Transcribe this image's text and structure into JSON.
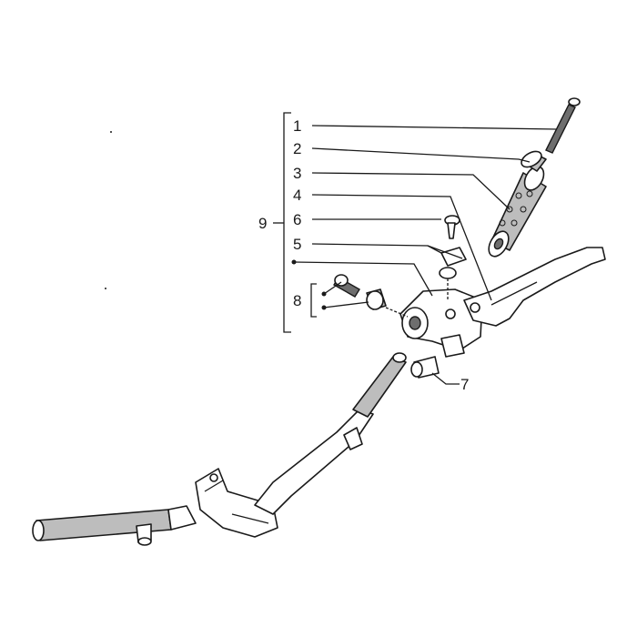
{
  "diagram": {
    "callouts": [
      {
        "id": "1",
        "label": "1"
      },
      {
        "id": "2",
        "label": "2"
      },
      {
        "id": "3",
        "label": "3"
      },
      {
        "id": "4",
        "label": "4"
      },
      {
        "id": "6",
        "label": "6"
      },
      {
        "id": "5",
        "label": "5"
      },
      {
        "id": "8",
        "label": "8"
      },
      {
        "id": "9",
        "label": "9"
      },
      {
        "id": "7",
        "label": "7"
      }
    ],
    "parts": [
      "bolt",
      "spacer",
      "grip",
      "lever",
      "cable-screw",
      "washer-clip",
      "pivot-bolt-set",
      "bracket-housing",
      "adjuster",
      "handlebar"
    ],
    "style": {
      "ink": "#1a1a1a",
      "part_fill": "#bdbdbd",
      "background": "#ffffff"
    }
  }
}
